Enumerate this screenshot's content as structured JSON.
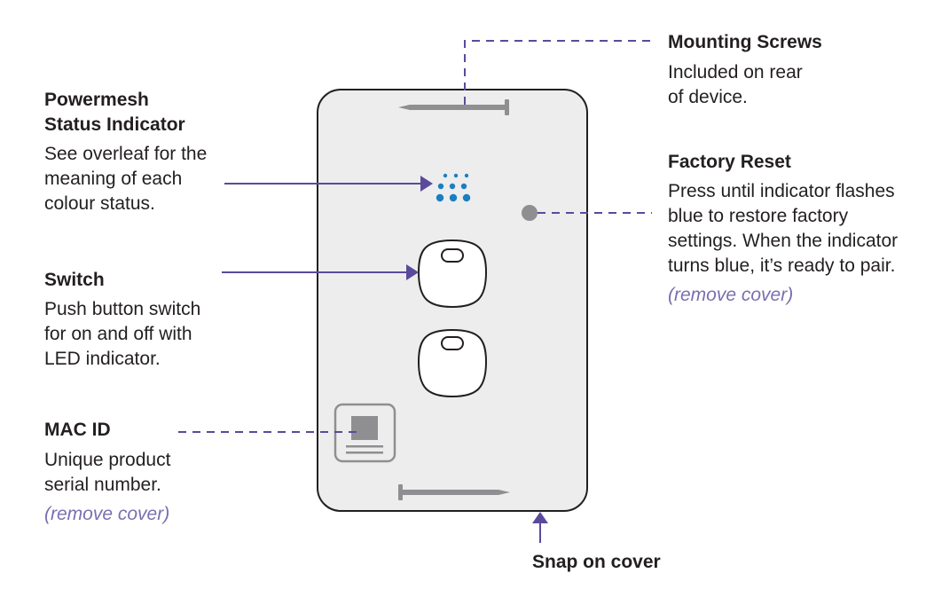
{
  "powermesh": {
    "title_line1": "Powermesh",
    "title_line2": "Status Indicator",
    "desc": [
      "See overleaf for the",
      "meaning of each",
      "colour status."
    ]
  },
  "switch": {
    "title": "Switch",
    "desc": [
      "Push button switch",
      "for on and off with",
      "LED indicator."
    ]
  },
  "mac_id": {
    "title": "MAC ID",
    "desc": [
      "Unique product",
      "serial number."
    ],
    "note": "(remove cover)"
  },
  "mounting_screws": {
    "title": "Mounting Screws",
    "desc": [
      "Included on rear",
      "of device."
    ]
  },
  "factory_reset": {
    "title": "Factory Reset",
    "desc": [
      "Press until indicator flashes",
      "blue to restore factory",
      "settings. When the indicator",
      "turns blue, it’s ready to pair."
    ],
    "note": "(remove cover)"
  },
  "snap_cover": {
    "title": "Snap on cover"
  },
  "colors": {
    "device_fill": "#ededee",
    "device_stroke": "#231f20",
    "leader_line": "#5b4a9b",
    "status_led": "#1a7fc1",
    "reset_button": "#8f8f91",
    "note_text": "#7a6fb0"
  }
}
